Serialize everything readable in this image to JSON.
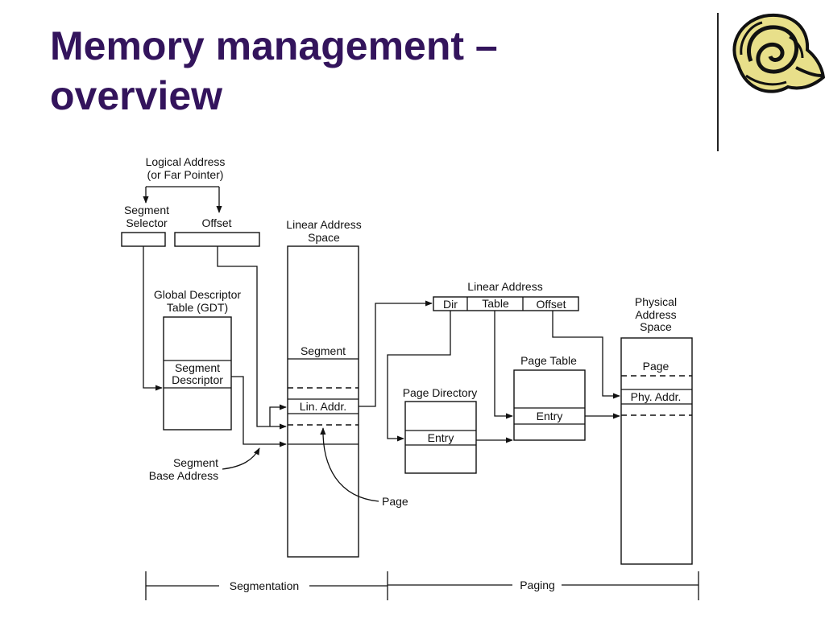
{
  "slide": {
    "title_line1": "Memory management –",
    "title_line2": "overview",
    "title_color": "#33145c"
  },
  "logo": {
    "icon": "rolled-scroll-icon"
  },
  "diagram": {
    "logical_address_line1": "Logical Address",
    "logical_address_line2": "(or Far Pointer)",
    "segment_selector_line1": "Segment",
    "segment_selector_line2": "Selector",
    "offset": "Offset",
    "gdt_line1": "Global Descriptor",
    "gdt_line2": "Table (GDT)",
    "segment_descriptor_line1": "Segment",
    "segment_descriptor_line2": "Descriptor",
    "linear_space_line1": "Linear Address",
    "linear_space_line2": "Space",
    "segment": "Segment",
    "lin_addr": "Lin. Addr.",
    "segment_base_line1": "Segment",
    "segment_base_line2": "Base Address",
    "page_callout": "Page",
    "linear_address": "Linear Address",
    "dir": "Dir",
    "table": "Table",
    "la_offset": "Offset",
    "page_directory": "Page Directory",
    "entry_dir": "Entry",
    "page_table": "Page Table",
    "entry_table": "Entry",
    "physical_line1": "Physical",
    "physical_line2": "Address",
    "physical_line3": "Space",
    "phys_page": "Page",
    "phy_addr": "Phy. Addr.",
    "segmentation": "Segmentation",
    "paging": "Paging"
  }
}
